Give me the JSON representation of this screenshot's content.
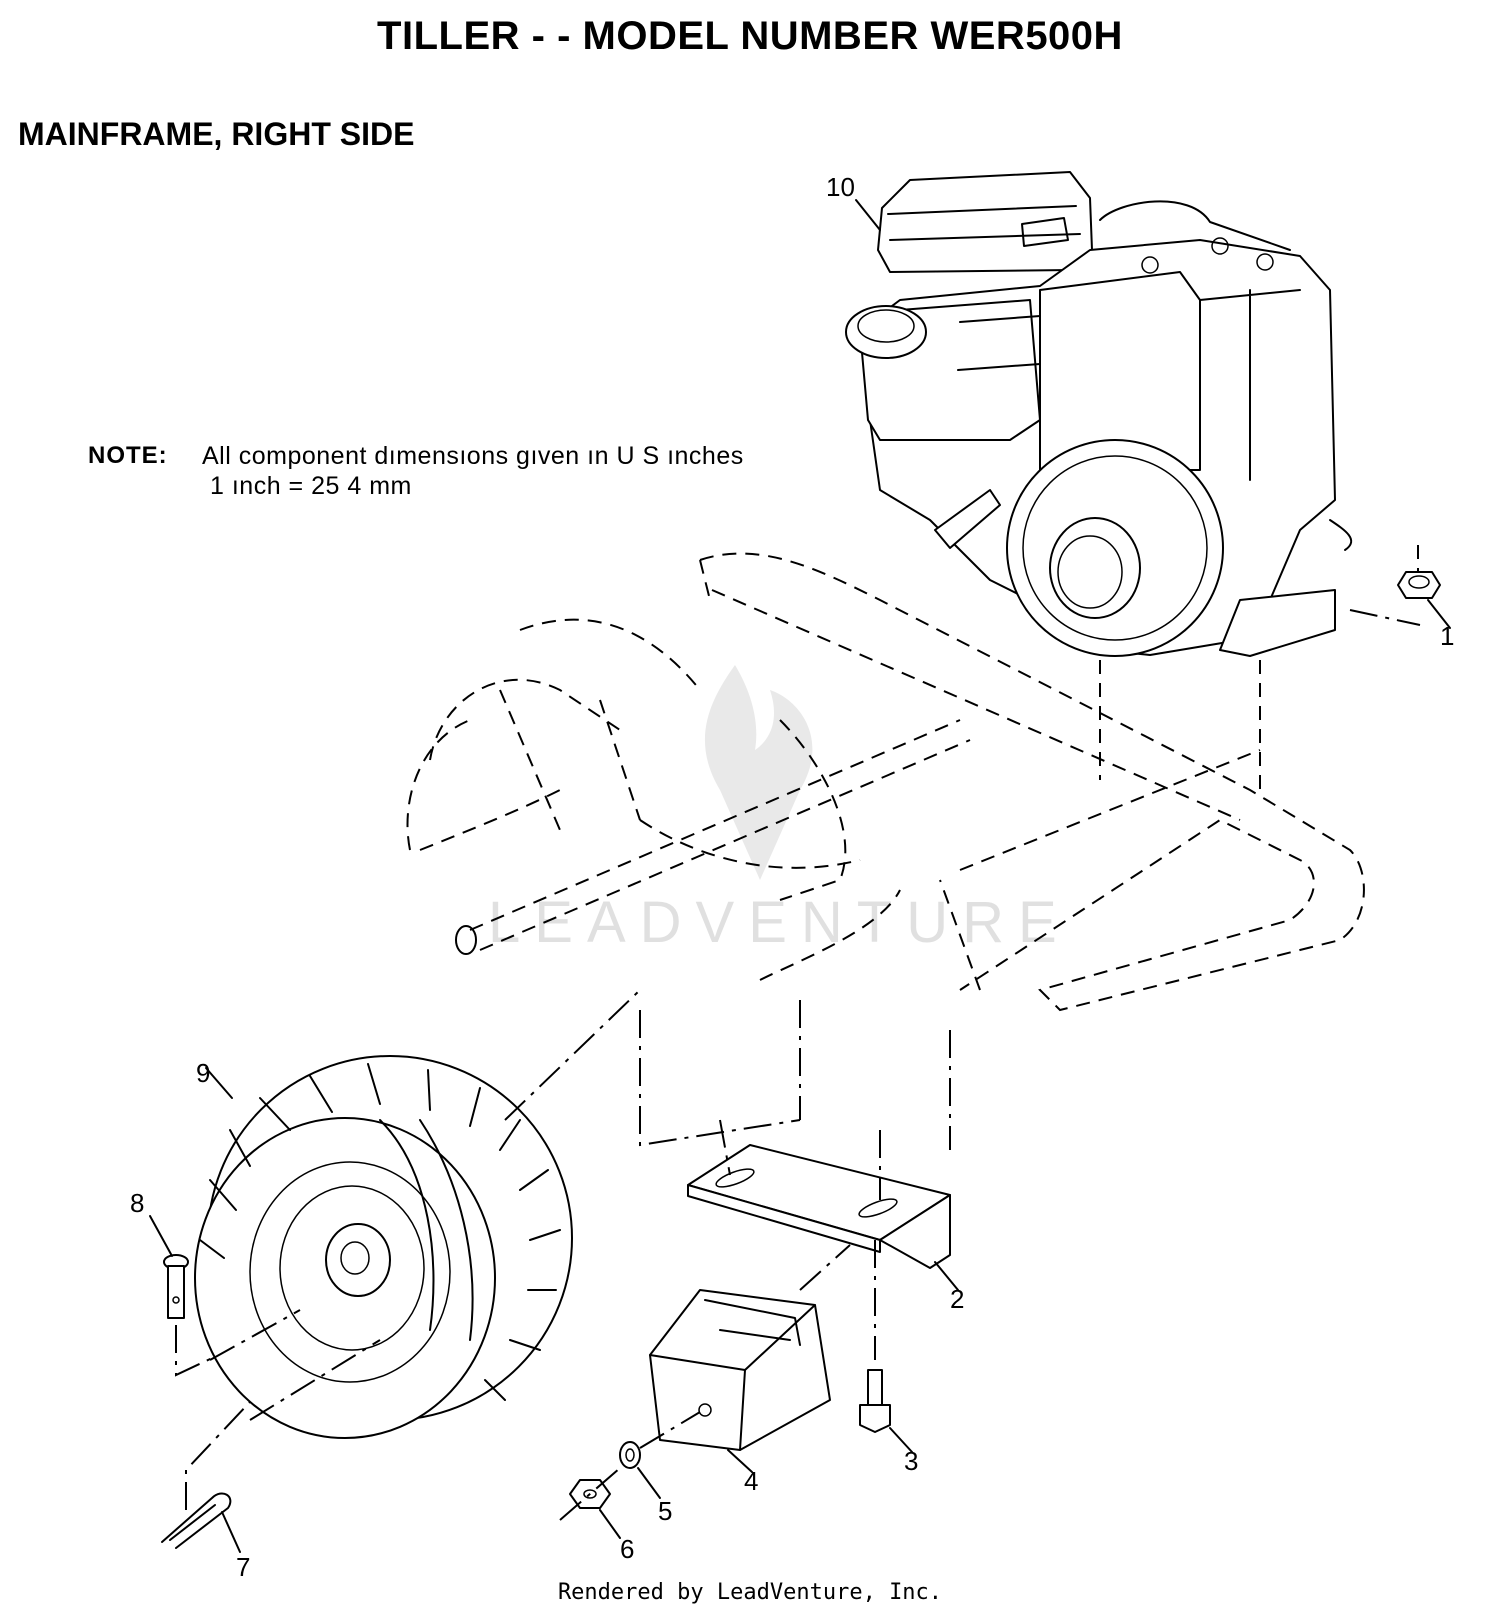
{
  "title": "TILLER - - MODEL NUMBER WER500H",
  "subtitle": "MAINFRAME, RIGHT SIDE",
  "note": {
    "label": "NOTE:",
    "line1": "All component dımensıons gıven ın U S ınches",
    "line2": "1 ınch = 25 4 mm"
  },
  "callouts": {
    "c1": "1",
    "c2": "2",
    "c3": "3",
    "c4": "4",
    "c5": "5",
    "c6": "6",
    "c7": "7",
    "c8": "8",
    "c9": "9",
    "c10": "10"
  },
  "watermark": "LEADVENTURE",
  "footer": "Rendered by LeadVenture, Inc."
}
